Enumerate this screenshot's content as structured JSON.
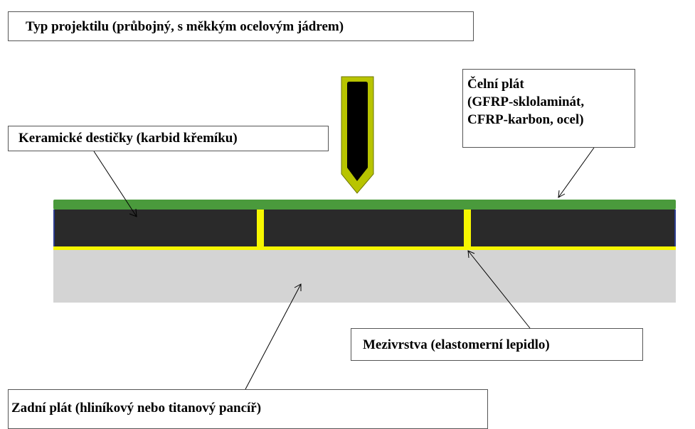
{
  "labels": {
    "projectile_type": "Typ projektilu (průbojný, s měkkým ocelovým jádrem)",
    "ceramic_tiles": "Keramické destičky (karbid křemíku)",
    "front_plate_line1": "Čelní plát",
    "front_plate_line2": "(GFRP-sklolaminát,",
    "front_plate_line3": "CFRP-karbon, ocel)",
    "interlayer": "Mezivrstva (elastomerní lepidlo)",
    "back_plate": "Zadní plát (hliníkový nebo titanový pancíř)"
  },
  "colors": {
    "front_plate": "#4a9a3c",
    "ceramic": "#2a2a2a",
    "adhesive": "#f7f700",
    "back_plate": "#d4d4d4",
    "projectile_jacket": "#b8c400",
    "projectile_core": "#000000",
    "tile_edge": "#2b3c8f"
  }
}
